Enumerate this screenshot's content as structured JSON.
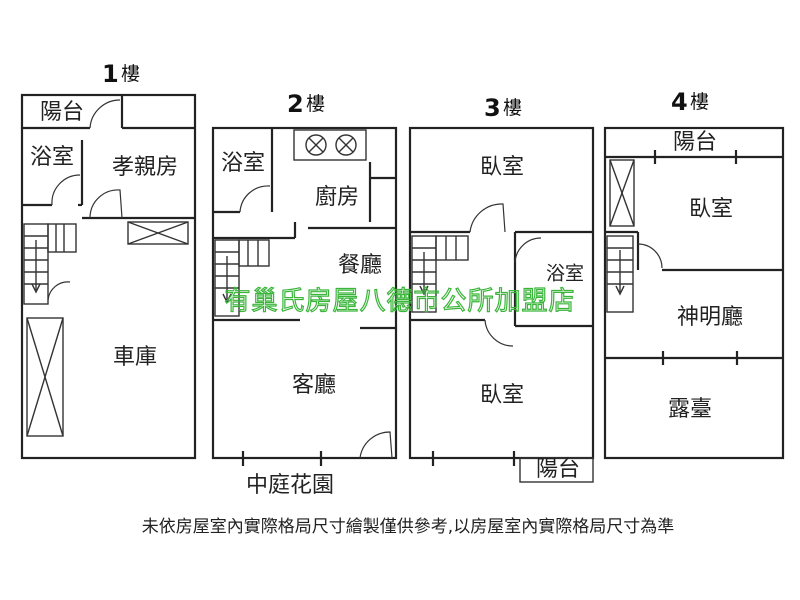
{
  "floors": [
    {
      "num": "1",
      "word": "樓"
    },
    {
      "num": "2",
      "word": "樓"
    },
    {
      "num": "3",
      "word": "樓"
    },
    {
      "num": "4",
      "word": "樓"
    }
  ],
  "rooms": {
    "f1_balcony": "陽台",
    "f1_bath": "浴室",
    "f1_parents": "孝親房",
    "f1_garage": "車庫",
    "f2_bath": "浴室",
    "f2_kitchen": "廚房",
    "f2_dining": "餐廳",
    "f2_living": "客廳",
    "f2_courtyard": "中庭花園",
    "f3_bed_top": "臥室",
    "f3_bath": "浴室",
    "f3_bed_bottom": "臥室",
    "f3_balcony": "陽台",
    "f4_balcony": "陽台",
    "f4_bed": "臥室",
    "f4_shrine": "神明廳",
    "f4_terrace": "露臺"
  },
  "watermark": "有巢氏房屋八德市公所加盟店",
  "note": "未依房屋室內實際格局尺寸繪製僅供參考,以房屋室內實際格局尺寸為準",
  "colors": {
    "watermark": "#3ab53a",
    "line": "#222222"
  }
}
